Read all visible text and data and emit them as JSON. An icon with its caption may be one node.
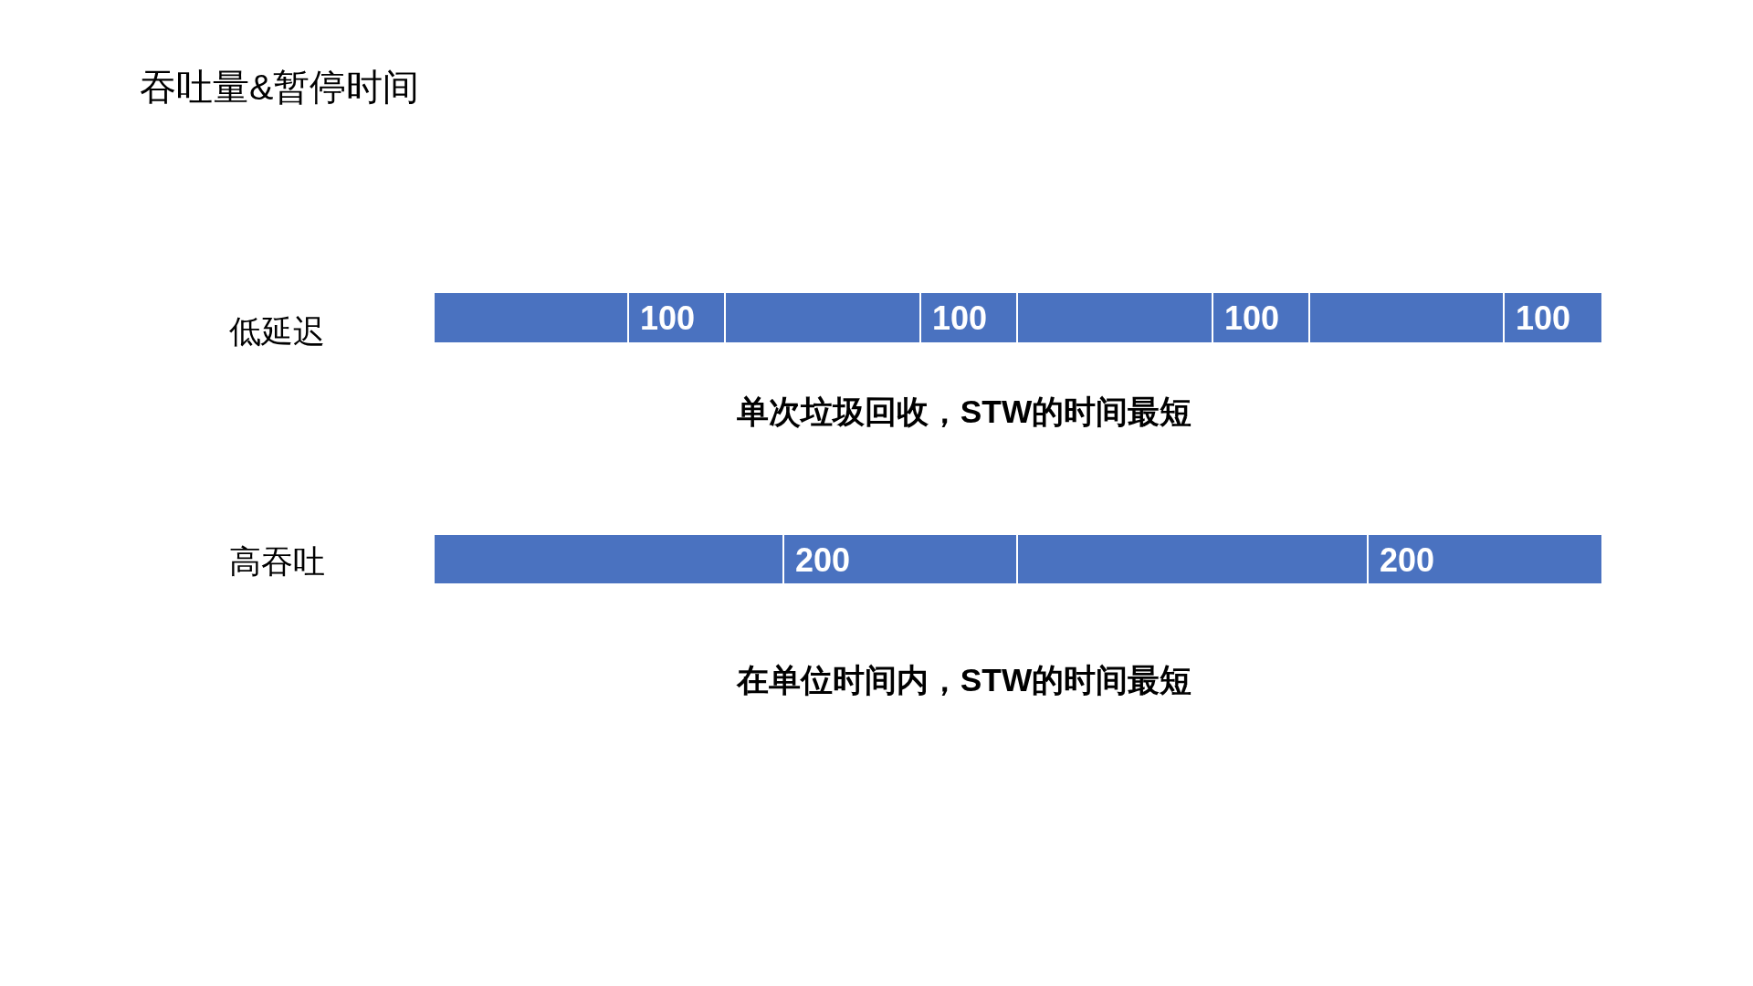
{
  "diagram": {
    "title": "吞吐量&暂停时间",
    "nodes": [
      {
        "text": [],
        "shape": "bar"
      },
      {
        "text": [
          "100"
        ]
      },
      {
        "text": [],
        "shape": "bar"
      },
      {
        "text": [
          "100"
        ]
      },
      {
        "text": [],
        "shape": "bar"
      },
      {
        "text": [
          "100"
        ]
      },
      {
        "text": [],
        "shape": "bar"
      },
      {
        "text": [
          "100"
        ]
      },
      {
        "text": [],
        "shape": "bar"
      },
      {
        "text": [
          "200"
        ]
      },
      {
        "text": [],
        "shape": "bar"
      },
      {
        "text": [
          "200"
        ]
      }
    ],
    "labels": [
      "低延迟",
      "单次垃圾回收，STW的时间最短",
      "高吞吐",
      "在单位时间内，STW的时间最短"
    ]
  }
}
